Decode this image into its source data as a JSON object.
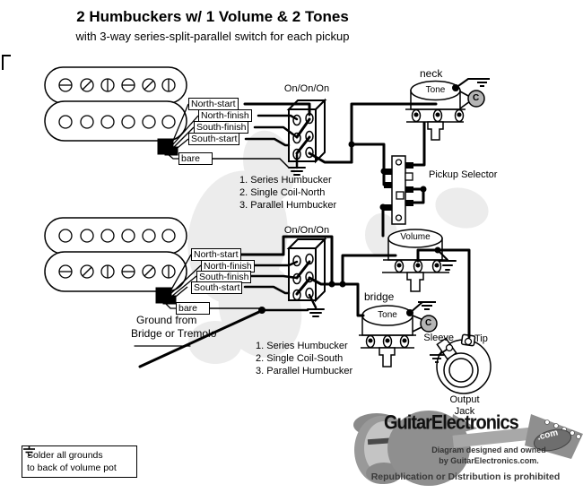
{
  "title": "2 Humbuckers w/ 1 Volume & 2 Tones",
  "subtitle": "with 3-way series-split-parallel switch for each pickup",
  "neck": {
    "switch_label": "On/On/On",
    "wires": {
      "w1": "North-start",
      "w2": "North-finish",
      "w3": "South-finish",
      "w4": "South-start",
      "bare": "bare"
    },
    "modes": [
      "1. Series Humbucker",
      "2. Single Coil-North",
      "3. Parallel Humbucker"
    ],
    "pot_position": "neck",
    "pot_function": "Tone",
    "cap": "C"
  },
  "bridge": {
    "switch_label": "On/On/On",
    "wires": {
      "w1": "North-start",
      "w2": "North-finish",
      "w3": "South-finish",
      "w4": "South-start",
      "bare": "bare"
    },
    "modes": [
      "1. Series Humbucker",
      "2. Single Coil-South",
      "3. Parallel Humbucker"
    ],
    "pot_position": "bridge",
    "pot_function": "Tone",
    "cap": "C",
    "ground_note_line1": "Ground from",
    "ground_note_line2": "Bridge or Tremolo"
  },
  "selector_label": "Pickup Selector",
  "volume_label": "Volume",
  "jack": {
    "sleeve": "Sleeve",
    "tip": "Tip",
    "line1": "Output",
    "line2": "Jack"
  },
  "footer": {
    "line1": "Solder all grounds",
    "line2": "to back of volume pot"
  },
  "logo": {
    "brand": "GuitarElectronics",
    "tld": ".com",
    "owned1": "Diagram designed and owned",
    "owned2": "by GuitarElectronics.com.",
    "prohibit": "Republication or Distribution is prohibited"
  },
  "colors": {
    "ink": "#000000",
    "cap_fill": "#b5b5b5",
    "logo_gray": "#8f8f8f",
    "watermark": "#dcdcdc"
  }
}
